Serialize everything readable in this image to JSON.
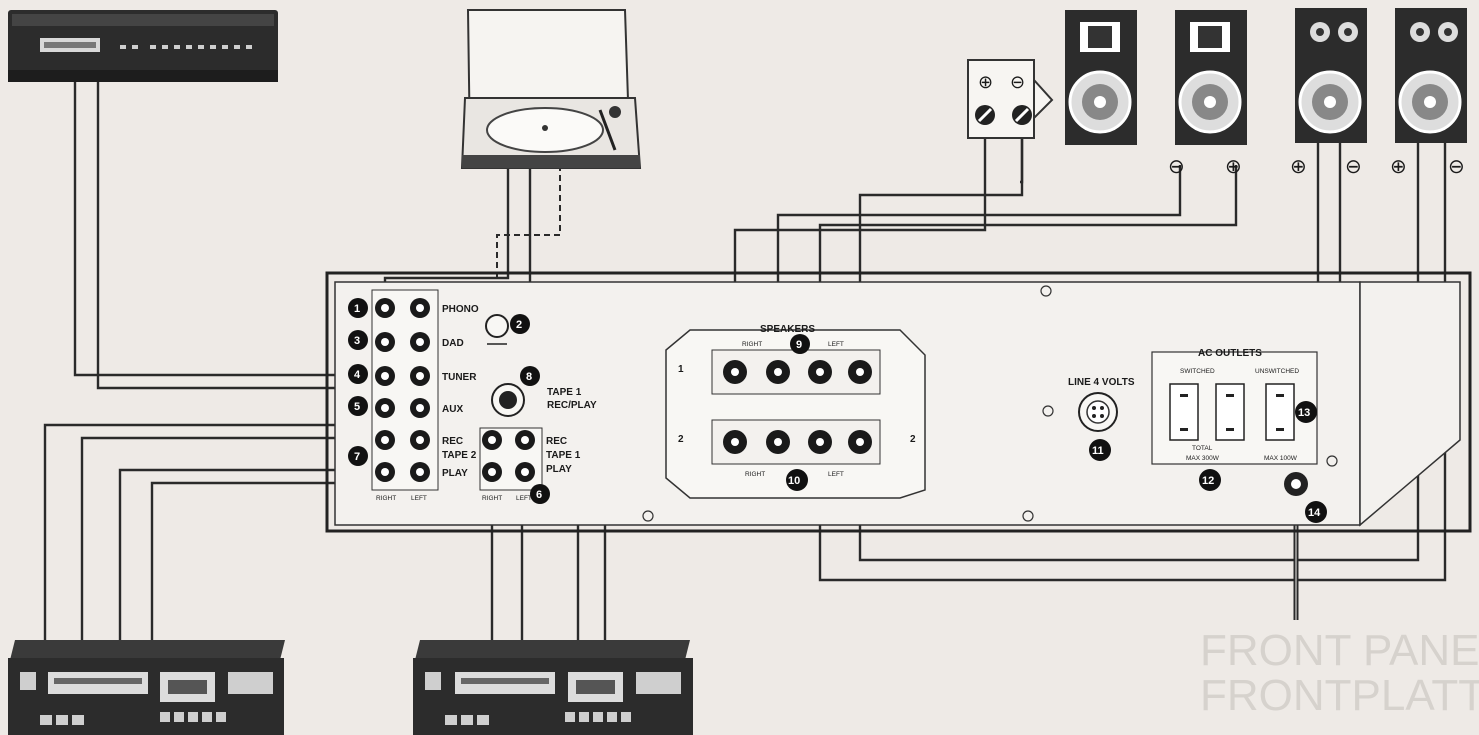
{
  "colors": {
    "background": "#eeeae6",
    "ink": "#1a1a1a",
    "panel": "#f3f1ee",
    "device": "#2c2c2c"
  },
  "inputs": {
    "phono": "PHONO",
    "dad": "DAD",
    "tuner": "TUNER",
    "aux": "AUX",
    "rec": "REC",
    "tape2": "TAPE 2",
    "play": "PLAY",
    "right": "RIGHT",
    "left": "LEFT"
  },
  "tape1": {
    "title": "TAPE 1",
    "sub": "REC/PLAY",
    "rec": "REC",
    "label": "TAPE 1",
    "play": "PLAY"
  },
  "speakers": {
    "title": "SPEAKERS",
    "right": "RIGHT",
    "left": "LEFT",
    "row1": "1",
    "row2": "2"
  },
  "line_voltage": "LINE 4 VOLTS",
  "ac": {
    "title": "AC OUTLETS",
    "switched": "SWITCHED",
    "unswitched": "UNSWITCHED",
    "total": "TOTAL",
    "max_total": "MAX 300W",
    "max_unsw": "MAX 100W"
  },
  "terminal": {
    "plus": "⊕",
    "minus": "⊖"
  },
  "callouts": [
    "1",
    "2",
    "3",
    "4",
    "5",
    "6",
    "7",
    "8",
    "9",
    "10",
    "11",
    "12",
    "13",
    "14"
  ],
  "background_text": [
    "FRONT PANEL",
    "FRONTPLATTE"
  ]
}
